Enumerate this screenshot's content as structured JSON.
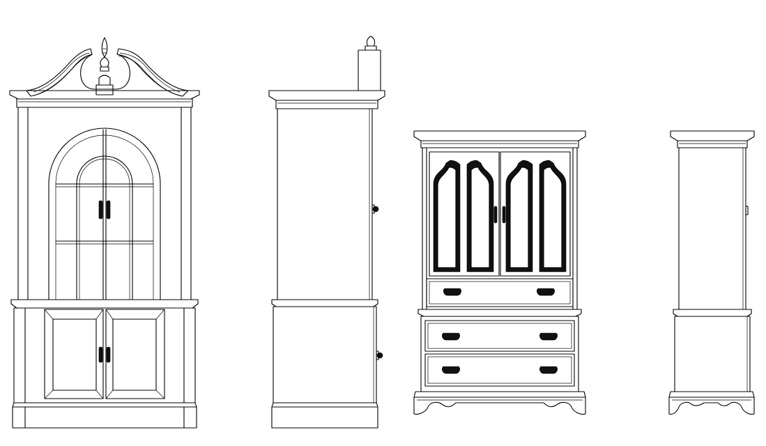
{
  "drawing": {
    "background": "#ffffff",
    "line_color": "#000000",
    "views": [
      {
        "id": "corner-cabinet-front",
        "icon": "corner-cabinet-front-elevation-icon"
      },
      {
        "id": "corner-cabinet-side",
        "icon": "corner-cabinet-side-elevation-icon"
      },
      {
        "id": "armoire-front",
        "icon": "armoire-front-elevation-icon"
      },
      {
        "id": "armoire-side",
        "icon": "armoire-side-elevation-icon"
      }
    ]
  }
}
